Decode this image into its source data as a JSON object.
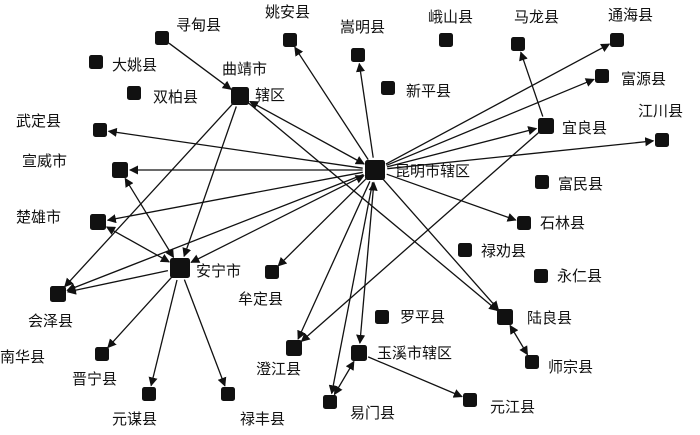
{
  "nodes": [
    {
      "id": "kunming",
      "label": "昆明市辖区"
    },
    {
      "id": "qujing",
      "label": "曲靖市\n辖区"
    },
    {
      "id": "anning",
      "label": "安宁市"
    },
    {
      "id": "xunxian",
      "label": "寻甸县"
    },
    {
      "id": "yaoan",
      "label": "姚安县"
    },
    {
      "id": "songming",
      "label": "嵩明县"
    },
    {
      "id": "eshan",
      "label": "峨山县"
    },
    {
      "id": "malong",
      "label": "马龙县"
    },
    {
      "id": "tonghai",
      "label": "通海县"
    },
    {
      "id": "dayao",
      "label": "大姚县"
    },
    {
      "id": "fuyuan",
      "label": "富源县"
    },
    {
      "id": "shuangbai",
      "label": "双柏县"
    },
    {
      "id": "xinping",
      "label": "新平县"
    },
    {
      "id": "wuding",
      "label": "武定县"
    },
    {
      "id": "yiliang",
      "label": "宜良县"
    },
    {
      "id": "jiangchuan",
      "label": "江川县"
    },
    {
      "id": "xuanwei",
      "label": "宣威市"
    },
    {
      "id": "fumin",
      "label": "富民县"
    },
    {
      "id": "chuxiong",
      "label": "楚雄市"
    },
    {
      "id": "shilin",
      "label": "石林县"
    },
    {
      "id": "luquan",
      "label": "禄劝县"
    },
    {
      "id": "yongren",
      "label": "永仁县"
    },
    {
      "id": "mouding",
      "label": "牟定县"
    },
    {
      "id": "huize",
      "label": "会泽县"
    },
    {
      "id": "luoping",
      "label": "罗平县"
    },
    {
      "id": "luliang",
      "label": "陆良县"
    },
    {
      "id": "nanhua",
      "label": "南华县"
    },
    {
      "id": "jinning",
      "label": "晋宁县"
    },
    {
      "id": "chengjiang",
      "label": "澄江县"
    },
    {
      "id": "yuxi",
      "label": "玉溪市辖区"
    },
    {
      "id": "shizong",
      "label": "师宗县"
    },
    {
      "id": "yuanmou",
      "label": "元谋县"
    },
    {
      "id": "lufeng",
      "label": "禄丰县"
    },
    {
      "id": "yimen",
      "label": "易门县"
    },
    {
      "id": "yuanjiang",
      "label": "元江县"
    }
  ],
  "edges": [
    {
      "from": "kunming",
      "to": "qujing",
      "dir": "both"
    },
    {
      "from": "kunming",
      "to": "yaoan",
      "dir": "to"
    },
    {
      "from": "kunming",
      "to": "songming",
      "dir": "to"
    },
    {
      "from": "kunming",
      "to": "tonghai",
      "dir": "to"
    },
    {
      "from": "kunming",
      "to": "fuyuan",
      "dir": "to"
    },
    {
      "from": "kunming",
      "to": "yiliang",
      "dir": "to"
    },
    {
      "from": "kunming",
      "to": "jiangchuan",
      "dir": "to"
    },
    {
      "from": "kunming",
      "to": "wuding",
      "dir": "to"
    },
    {
      "from": "kunming",
      "to": "xuanwei",
      "dir": "to"
    },
    {
      "from": "kunming",
      "to": "chuxiong",
      "dir": "to"
    },
    {
      "from": "kunming",
      "to": "anning",
      "dir": "both"
    },
    {
      "from": "kunming",
      "to": "huize",
      "dir": "to"
    },
    {
      "from": "kunming",
      "to": "shilin",
      "dir": "to"
    },
    {
      "from": "kunming",
      "to": "mouding",
      "dir": "to"
    },
    {
      "from": "kunming",
      "to": "chengjiang",
      "dir": "to"
    },
    {
      "from": "kunming",
      "to": "yuxi",
      "dir": "both"
    },
    {
      "from": "kunming",
      "to": "yimen",
      "dir": "to"
    },
    {
      "from": "kunming",
      "to": "luliang",
      "dir": "to"
    },
    {
      "from": "xunxian",
      "to": "qujing",
      "dir": "to"
    },
    {
      "from": "qujing",
      "to": "luliang",
      "dir": "to"
    },
    {
      "from": "qujing",
      "to": "anning",
      "dir": "to"
    },
    {
      "from": "qujing",
      "to": "huize",
      "dir": "to"
    },
    {
      "from": "yiliang",
      "to": "malong",
      "dir": "to"
    },
    {
      "from": "yiliang",
      "to": "chengjiang",
      "dir": "to"
    },
    {
      "from": "xuanwei",
      "to": "anning",
      "dir": "both"
    },
    {
      "from": "chuxiong",
      "to": "anning",
      "dir": "both"
    },
    {
      "from": "anning",
      "to": "huize",
      "dir": "to"
    },
    {
      "from": "anning",
      "to": "jinning",
      "dir": "to"
    },
    {
      "from": "anning",
      "to": "yuanmou",
      "dir": "to"
    },
    {
      "from": "anning",
      "to": "lufeng",
      "dir": "to"
    },
    {
      "from": "luliang",
      "to": "shizong",
      "dir": "both"
    },
    {
      "from": "yuxi",
      "to": "yimen",
      "dir": "both"
    },
    {
      "from": "yuxi",
      "to": "yuanjiang",
      "dir": "to"
    }
  ]
}
